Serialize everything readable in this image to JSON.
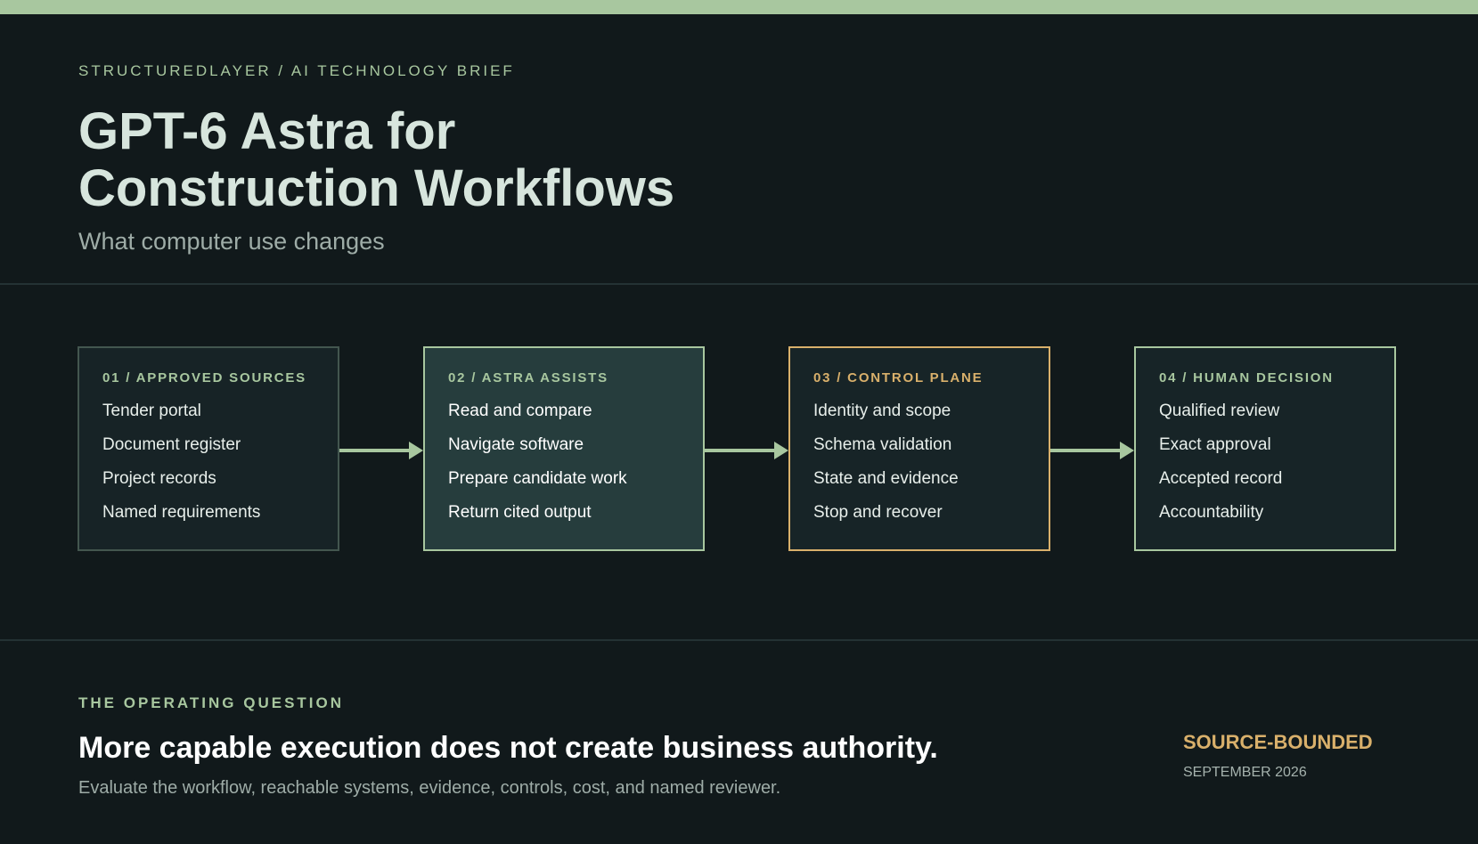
{
  "header": {
    "eyebrow": "STRUCTUREDLAYER / AI TECHNOLOGY BRIEF",
    "title": "GPT-6 Astra for Construction Workflows",
    "subtitle": "What computer use changes"
  },
  "steps": [
    {
      "label": "01 / APPROVED SOURCES",
      "items": [
        "Tender portal",
        "Document register",
        "Project records",
        "Named requirements"
      ]
    },
    {
      "label": "02 / ASTRA ASSISTS",
      "items": [
        "Read and compare",
        "Navigate software",
        "Prepare candidate work",
        "Return cited output"
      ]
    },
    {
      "label": "03 / CONTROL PLANE",
      "items": [
        "Identity and scope",
        "Schema validation",
        "State and evidence",
        "Stop and recover"
      ]
    },
    {
      "label": "04 / HUMAN DECISION",
      "items": [
        "Qualified review",
        "Exact approval",
        "Accepted record",
        "Accountability"
      ]
    }
  ],
  "footer": {
    "eyebrow": "THE OPERATING QUESTION",
    "headline": "More capable execution does not create business authority.",
    "text": "Evaluate the workflow, reachable systems, evidence, controls, cost, and named reviewer."
  },
  "badge": {
    "title": "SOURCE-BOUNDED",
    "date": "SEPTEMBER 2026"
  },
  "colors": {
    "background": "#11191b",
    "accent_green": "#a8c79f",
    "accent_amber": "#d9b06b"
  }
}
